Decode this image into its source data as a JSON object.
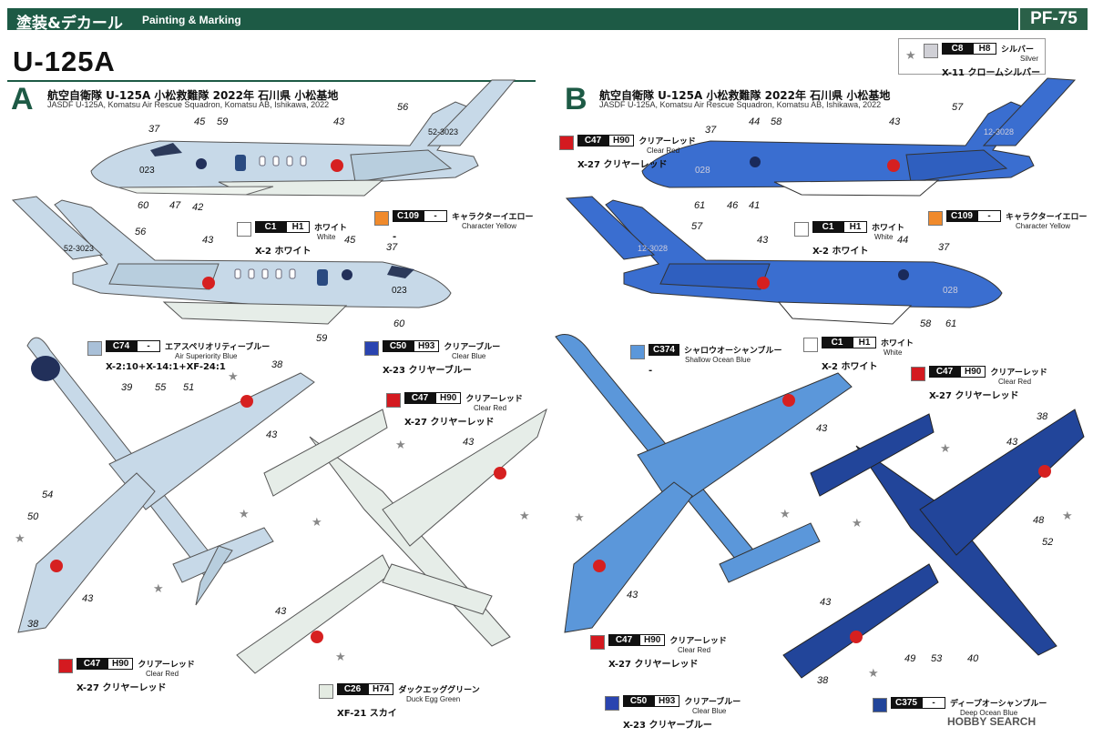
{
  "header": {
    "title": "塗装&デカール",
    "subtitle": "Painting & Marking",
    "code": "PF-75"
  },
  "model": "U-125A",
  "scheme_a": {
    "letter": "A",
    "title": "航空自衛隊 U-125A 小松救難隊 2022年 石川県 小松基地",
    "subtitle": "JASDF U-125A, Komatsu Air Rescue Squadron, Komatsu AB, Ishikawa, 2022"
  },
  "scheme_b": {
    "letter": "B",
    "title": "航空自衛隊 U-125A 小松救難隊 2022年 石川県 小松基地",
    "subtitle": "JASDF U-125A, Komatsu Air Rescue Squadron, Komatsu AB, Ishikawa, 2022"
  },
  "paints": {
    "silver": {
      "c": "C8",
      "h": "H8",
      "jp": "シルバー",
      "en": "Silver",
      "mix": "X-11 クロームシルバー",
      "color": "#d0d0d6"
    },
    "a_white": {
      "c": "C1",
      "h": "H1",
      "jp": "ホワイト",
      "en": "White",
      "mix": "X-2 ホワイト",
      "color": "#ffffff"
    },
    "a_yellow": {
      "c": "C109",
      "h": "-",
      "jp": "キャラクターイエロー",
      "en": "Character Yellow",
      "mix": "-",
      "color": "#f08a2c"
    },
    "a_blue": {
      "c": "C74",
      "h": "-",
      "jp": "エアスペリオリティーブルー",
      "en": "Air Superiority Blue",
      "mix": "X-2:10+X-14:1+XF-24:1",
      "color": "#a9c0d8"
    },
    "a_clearblue": {
      "c": "C50",
      "h": "H93",
      "jp": "クリアーブルー",
      "en": "Clear Blue",
      "mix": "X-23 クリヤーブルー",
      "color": "#2a44b0"
    },
    "a_clearred": {
      "c": "C47",
      "h": "H90",
      "jp": "クリアーレッド",
      "en": "Clear Red",
      "mix": "X-27 クリヤーレッド",
      "color": "#d41a20"
    },
    "a_clearred2": {
      "c": "C47",
      "h": "H90",
      "jp": "クリアーレッド",
      "en": "Clear Red",
      "mix": "X-27 クリヤーレッド",
      "color": "#d41a20"
    },
    "a_duckegg": {
      "c": "C26",
      "h": "H74",
      "jp": "ダックエッググリーン",
      "en": "Duck Egg Green",
      "mix": "XF-21 スカイ",
      "color": "#e4ebe2"
    },
    "b_clearred": {
      "c": "C47",
      "h": "H90",
      "jp": "クリアーレッド",
      "en": "Clear Red",
      "mix": "X-27 クリヤーレッド",
      "color": "#d41a20"
    },
    "b_white": {
      "c": "C1",
      "h": "H1",
      "jp": "ホワイト",
      "en": "White",
      "mix": "X-2 ホワイト",
      "color": "#ffffff"
    },
    "b_yellow": {
      "c": "C109",
      "h": "-",
      "jp": "キャラクターイエロー",
      "en": "Character Yellow",
      "mix": "-",
      "color": "#f08a2c"
    },
    "b_shallow": {
      "c": "C374",
      "h": "",
      "jp": "シャロウオーシャンブルー",
      "en": "Shallow Ocean Blue",
      "mix": "-",
      "color": "#5b97da"
    },
    "b_white2": {
      "c": "C1",
      "h": "H1",
      "jp": "ホワイト",
      "en": "White",
      "mix": "X-2 ホワイト",
      "color": "#ffffff"
    },
    "b_clearred2": {
      "c": "C47",
      "h": "H90",
      "jp": "クリアーレッド",
      "en": "Clear Red",
      "mix": "X-27 クリヤーレッド",
      "color": "#d41a20"
    },
    "b_clearblue": {
      "c": "C50",
      "h": "H93",
      "jp": "クリアーブルー",
      "en": "Clear Blue",
      "mix": "X-23 クリヤーブルー",
      "color": "#2a44b0"
    },
    "b_deep": {
      "c": "C375",
      "h": "-",
      "jp": "ディープオーシャンブルー",
      "en": "Deep Ocean Blue",
      "mix": "",
      "color": "#22459a"
    }
  },
  "a_side_top": {
    "tail": "52-3023",
    "nose": "023"
  },
  "a_side_bottom": {
    "tail": "52-3023",
    "nose": "023"
  },
  "b_side_top": {
    "tail": "12-3028",
    "nose": "028"
  },
  "b_side_bottom": {
    "tail": "12-3028",
    "nose": "028"
  },
  "callouts": {
    "a1": [
      "37",
      "45",
      "59",
      "43",
      "56",
      "60",
      "47",
      "42"
    ],
    "a2": [
      "56",
      "43",
      "45",
      "37",
      "60",
      "59"
    ],
    "a3": [
      "38",
      "39",
      "55",
      "51",
      "43",
      "54",
      "50",
      "43",
      "38"
    ],
    "a4": [
      "43",
      "43"
    ],
    "b1": [
      "57",
      "44",
      "58",
      "37",
      "43",
      "61",
      "46",
      "41"
    ],
    "b2": [
      "57",
      "43",
      "44",
      "37",
      "58",
      "61"
    ],
    "b3": [
      "43",
      "43"
    ],
    "b4": [
      "38",
      "43",
      "48",
      "52",
      "43",
      "49",
      "53",
      "40",
      "38"
    ]
  },
  "watermark": "HOBBY SEARCH"
}
